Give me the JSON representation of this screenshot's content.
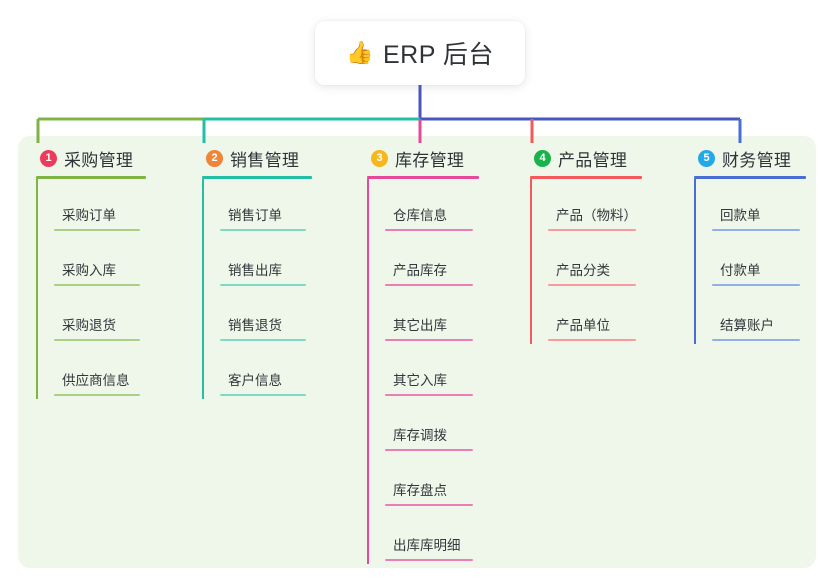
{
  "diagram": {
    "type": "mind-map",
    "root": {
      "emoji": "👍",
      "emoji_name": "thumbs-up-icon",
      "title": "ERP 后台"
    },
    "canvas": {
      "background": "#ffffff",
      "panel_color": "#eef7e9"
    },
    "root_connector_color": "#4a56c0",
    "trunk_segments": [
      {
        "color": "#7fb344"
      },
      {
        "color": "#22bfa5"
      },
      {
        "color": "#4a56c0"
      }
    ],
    "branches": [
      {
        "index": "1",
        "label": "采购管理",
        "badge_color": "#ef3b5b",
        "line_color": "#7fb344",
        "leaf_rule_color": "#a9cf85",
        "items": [
          {
            "label": "采购订单"
          },
          {
            "label": "采购入库"
          },
          {
            "label": "采购退货"
          },
          {
            "label": "供应商信息"
          }
        ]
      },
      {
        "index": "2",
        "label": "销售管理",
        "badge_color": "#f08437",
        "line_color": "#22bfa5",
        "leaf_rule_color": "#7fd9c7",
        "items": [
          {
            "label": "销售订单"
          },
          {
            "label": "销售出库"
          },
          {
            "label": "销售退货"
          },
          {
            "label": "客户信息"
          }
        ]
      },
      {
        "index": "3",
        "label": "库存管理",
        "badge_color": "#f5b71b",
        "line_color": "#e6499a",
        "leaf_rule_color": "#ea7fb8",
        "items": [
          {
            "label": "仓库信息"
          },
          {
            "label": "产品库存"
          },
          {
            "label": "其它出库"
          },
          {
            "label": "其它入库"
          },
          {
            "label": "库存调拨"
          },
          {
            "label": "库存盘点"
          },
          {
            "label": "出库库明细"
          }
        ]
      },
      {
        "index": "4",
        "label": "产品管理",
        "badge_color": "#18b34b",
        "line_color": "#f4595c",
        "leaf_rule_color": "#f79b9d",
        "items": [
          {
            "label": "产品（物料）"
          },
          {
            "label": "产品分类"
          },
          {
            "label": "产品单位"
          }
        ]
      },
      {
        "index": "5",
        "label": "财务管理",
        "badge_color": "#23a9e8",
        "line_color": "#4a6fd4",
        "leaf_rule_color": "#94aee8",
        "items": [
          {
            "label": "回款单"
          },
          {
            "label": "付款单"
          },
          {
            "label": "结算账户"
          }
        ]
      }
    ]
  }
}
